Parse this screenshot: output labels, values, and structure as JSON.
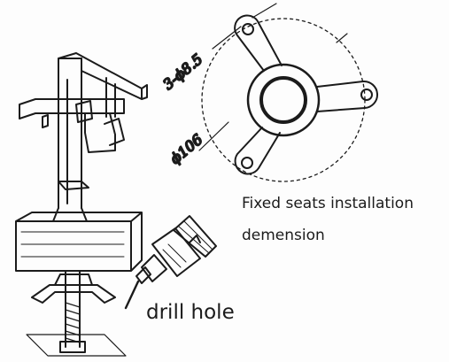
{
  "annotations": {
    "hole_callout": "3-ϕ8.5",
    "diameter_callout": "ϕ106"
  },
  "caption": {
    "line1": "Fixed seats installation",
    "line2": "demension"
  },
  "drill_label": "drill hole",
  "colors": {
    "ink": "#1b1b1b",
    "paper": "#fdfdfd"
  }
}
